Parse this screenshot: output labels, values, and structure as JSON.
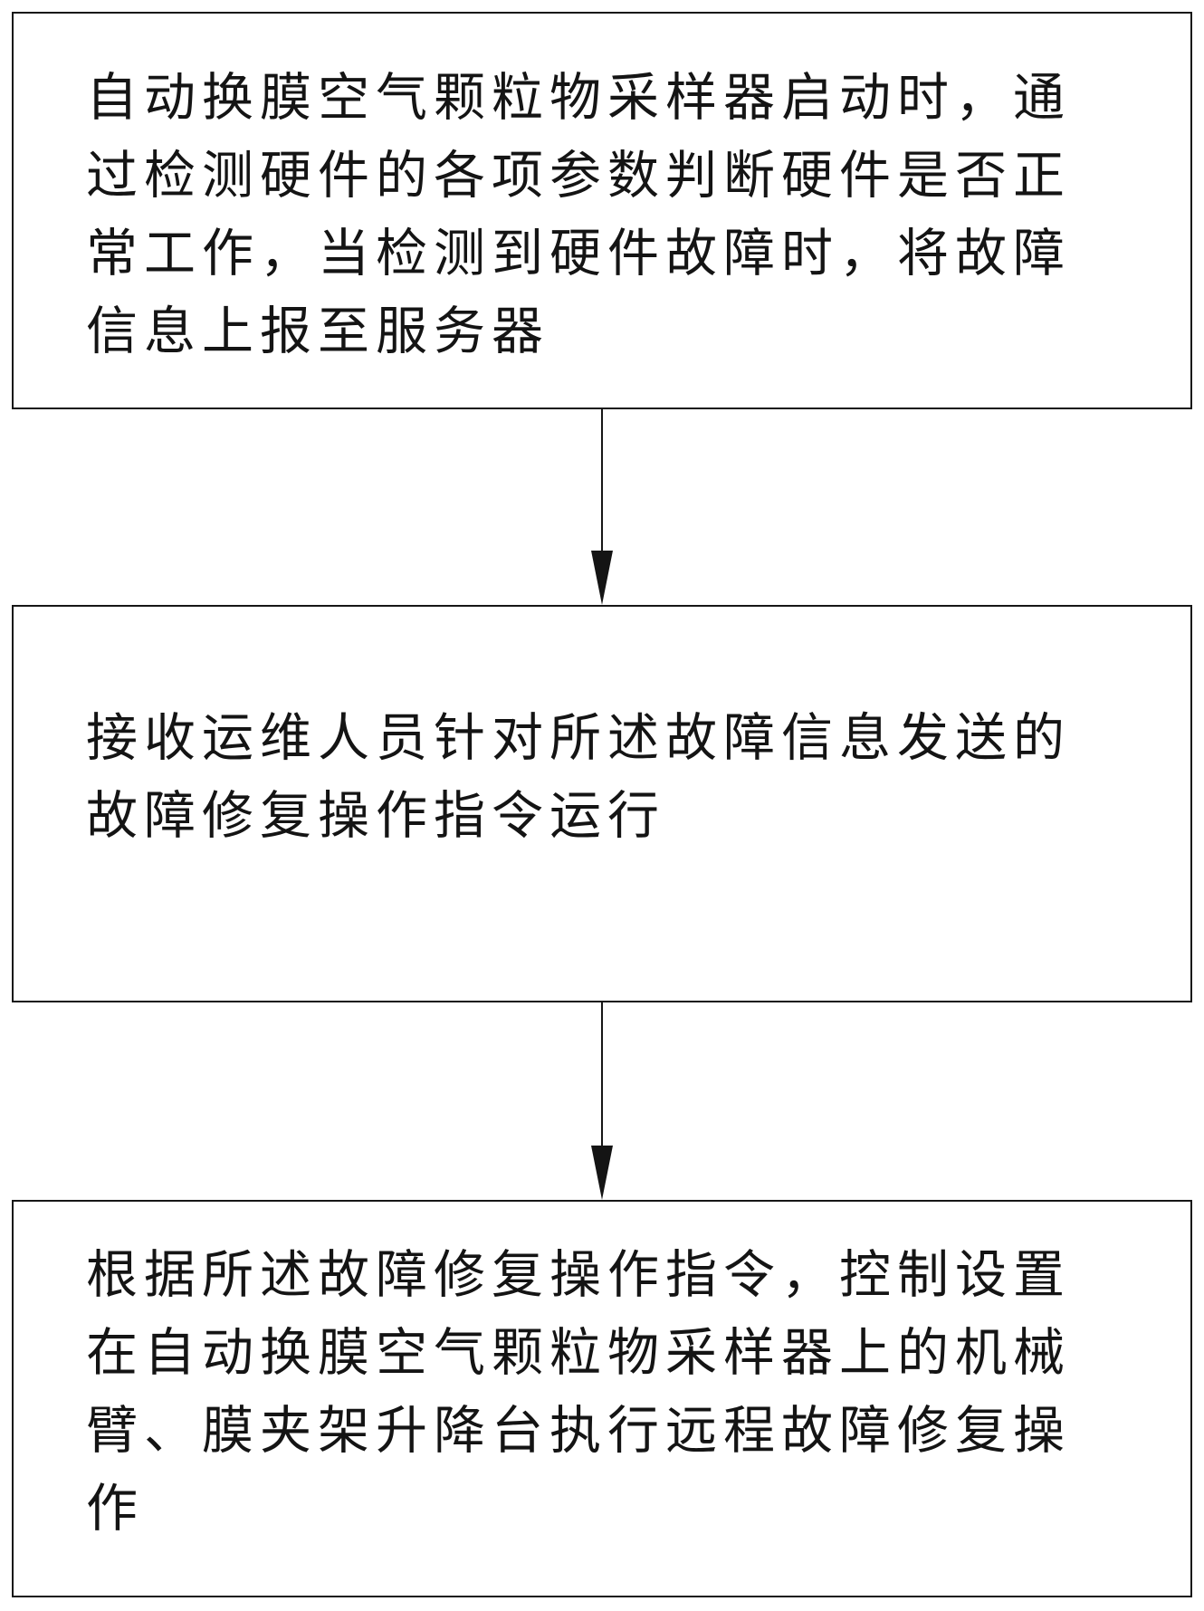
{
  "flowchart": {
    "background_color": "#ffffff",
    "line_color": "#161616",
    "text_color": "#141414",
    "boxes": [
      {
        "id": "step-1",
        "lines": [
          "自动换膜空气颗粒物采样器启动时，通",
          "过检测硬件的各项参数判断硬件是否正",
          "常工作，当检测到硬件故障时，将故障",
          "信息上报至服务器"
        ]
      },
      {
        "id": "step-2",
        "lines": [
          "接收运维人员针对所述故障信息发送的",
          "故障修复操作指令运行"
        ]
      },
      {
        "id": "step-3",
        "lines": [
          "根据所述故障修复操作指令，控制设置",
          "在自动换膜空气颗粒物采样器上的机械",
          "臂、膜夹架升降台执行远程故障修复操",
          "作"
        ]
      }
    ]
  }
}
